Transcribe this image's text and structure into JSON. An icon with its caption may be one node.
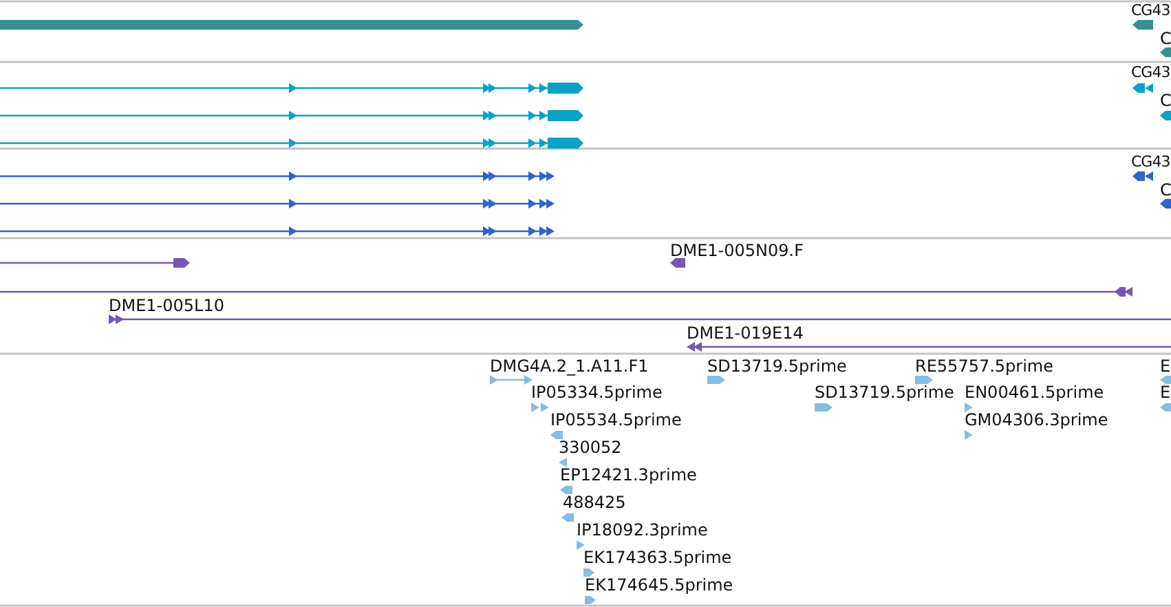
{
  "diagram": {
    "labels": [
      "CG43",
      "C",
      "CG43",
      "C",
      "CG43",
      "C",
      "DME1-005N09.F",
      "DME1-005L10",
      "DME1-019E14",
      "DMG4A.2_1.A11.F1",
      "SD13719.5prime",
      "RE55757.5prime",
      "E",
      "IP05334.5prime",
      "SD13719.5prime",
      "EN00461.5prime",
      "E",
      "IP05534.5prime",
      "GM04306.3prime",
      "330052",
      "EP12421.3prime",
      "488425",
      "IP18092.3prime",
      "EK174363.5prime",
      "EK174645.5prime"
    ]
  }
}
